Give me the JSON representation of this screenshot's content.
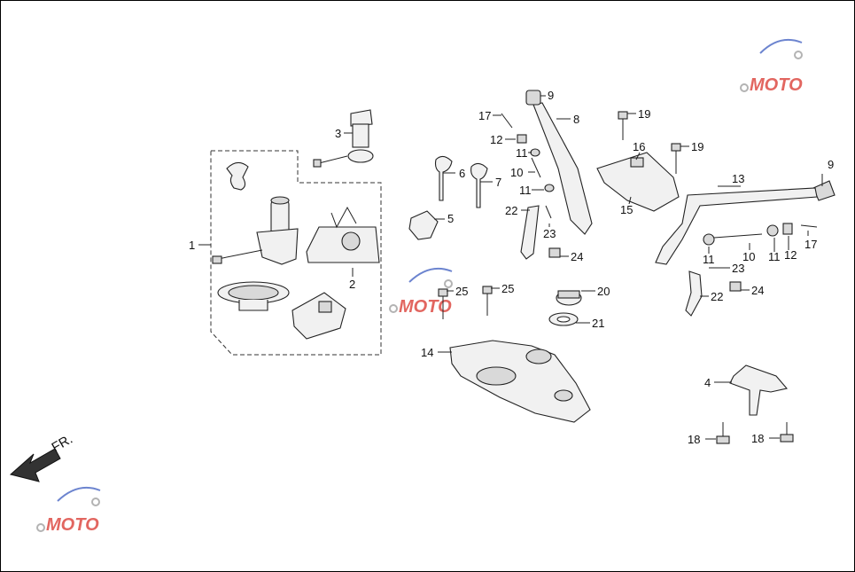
{
  "diagram": {
    "front_label": "FR.",
    "callouts": [
      {
        "id": "c1",
        "label": "1"
      },
      {
        "id": "c2",
        "label": "2"
      },
      {
        "id": "c3",
        "label": "3"
      },
      {
        "id": "c4",
        "label": "4"
      },
      {
        "id": "c5",
        "label": "5"
      },
      {
        "id": "c6",
        "label": "6"
      },
      {
        "id": "c7",
        "label": "7"
      },
      {
        "id": "c8",
        "label": "8"
      },
      {
        "id": "c9a",
        "label": "9"
      },
      {
        "id": "c9b",
        "label": "9"
      },
      {
        "id": "c10a",
        "label": "10"
      },
      {
        "id": "c10b",
        "label": "10"
      },
      {
        "id": "c11a",
        "label": "11"
      },
      {
        "id": "c11b",
        "label": "11"
      },
      {
        "id": "c11c",
        "label": "11"
      },
      {
        "id": "c11d",
        "label": "11"
      },
      {
        "id": "c12a",
        "label": "12"
      },
      {
        "id": "c12b",
        "label": "12"
      },
      {
        "id": "c13",
        "label": "13"
      },
      {
        "id": "c14",
        "label": "14"
      },
      {
        "id": "c15",
        "label": "15"
      },
      {
        "id": "c16",
        "label": "16"
      },
      {
        "id": "c17a",
        "label": "17"
      },
      {
        "id": "c17b",
        "label": "17"
      },
      {
        "id": "c18a",
        "label": "18"
      },
      {
        "id": "c18b",
        "label": "18"
      },
      {
        "id": "c19a",
        "label": "19"
      },
      {
        "id": "c19b",
        "label": "19"
      },
      {
        "id": "c20",
        "label": "20"
      },
      {
        "id": "c21",
        "label": "21"
      },
      {
        "id": "c22a",
        "label": "22"
      },
      {
        "id": "c22b",
        "label": "22"
      },
      {
        "id": "c23a",
        "label": "23"
      },
      {
        "id": "c23b",
        "label": "23"
      },
      {
        "id": "c24a",
        "label": "24"
      },
      {
        "id": "c24b",
        "label": "24"
      },
      {
        "id": "c25a",
        "label": "25"
      },
      {
        "id": "c25b",
        "label": "25"
      }
    ],
    "watermark": {
      "text": "MOTO",
      "colors": {
        "accent": "#d9342b",
        "swoosh": "#3b5bbf",
        "gear": "#9a9a9a"
      }
    }
  }
}
